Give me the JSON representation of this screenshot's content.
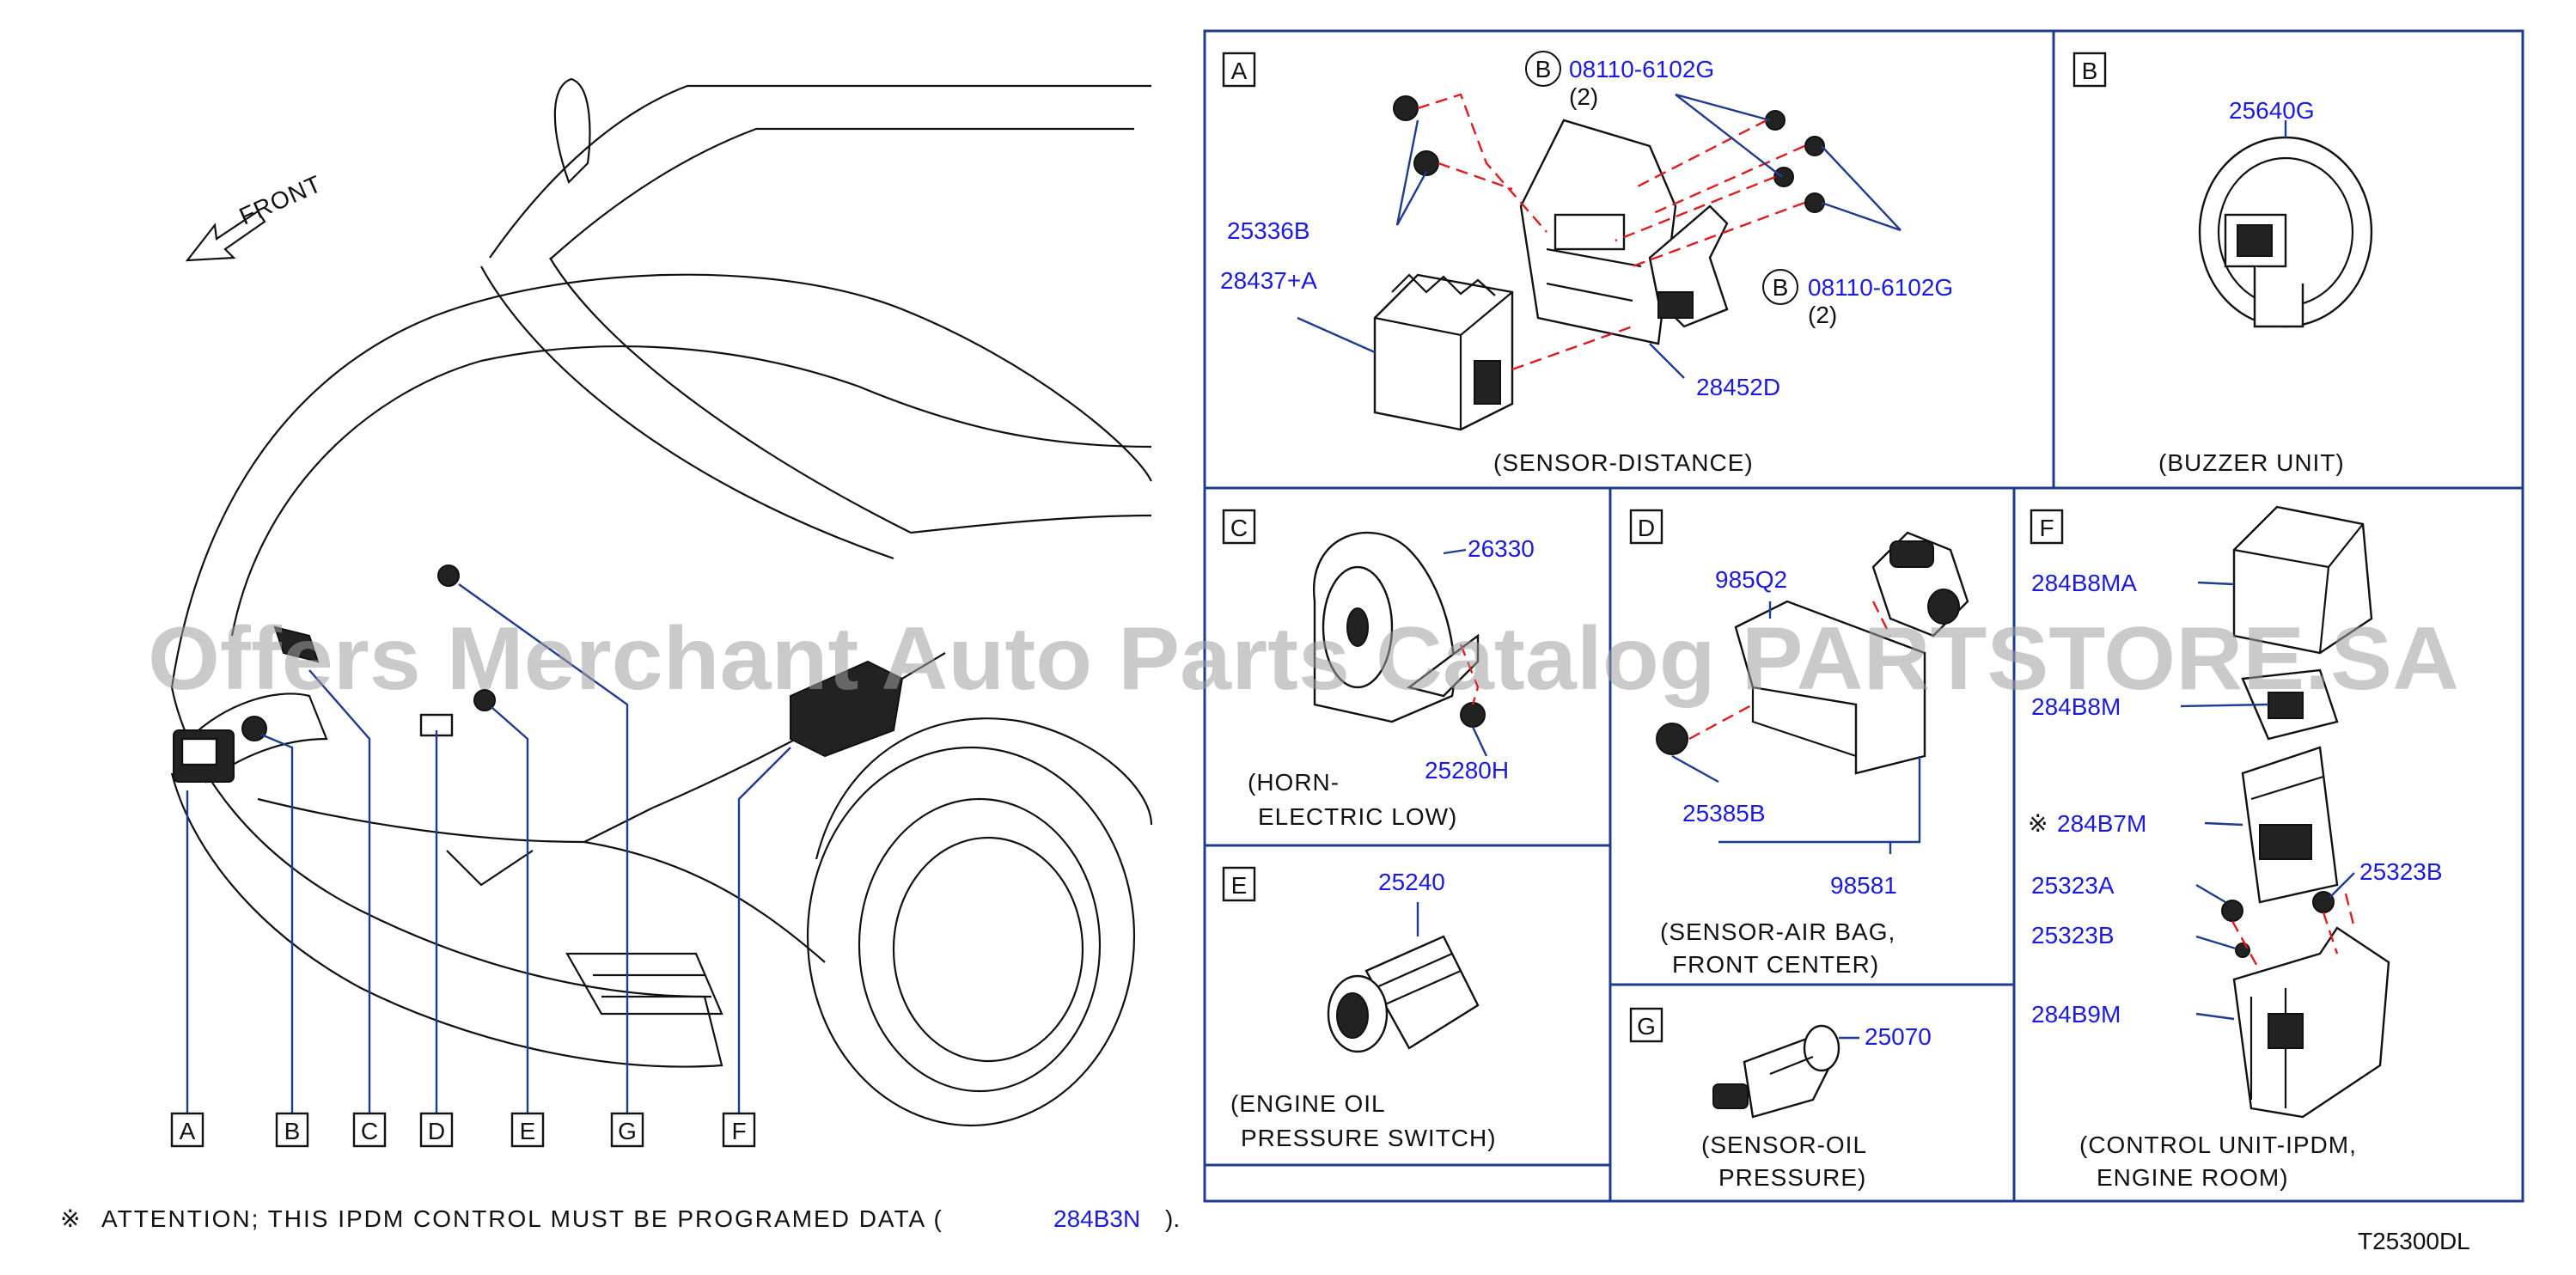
{
  "front_label": "FRONT",
  "attention": {
    "symbol": "※",
    "text": "ATTENTION;  THIS  IPDM  CONTROL  MUST  BE  PROGRAMED  DATA  (",
    "part": "284B3N",
    "close": ")."
  },
  "diagram_code": "T25300DL",
  "watermark": "Offers Merchant Auto Parts Catalog PARTSTORE.SA",
  "car_callouts": [
    "A",
    "B",
    "C",
    "D",
    "E",
    "G",
    "F"
  ],
  "panels": {
    "A": {
      "letter": "A",
      "caption": "(SENSOR-DISTANCE)",
      "parts": {
        "bolt_top": "08110-6102G",
        "bolt_top_qty": "(2)",
        "bolt_top_ref": "B",
        "bolt_right": "08110-6102G",
        "bolt_right_qty": "(2)",
        "bolt_right_ref": "B",
        "nut": "25336B",
        "sensor": "28437+A",
        "bracket": "28452D"
      }
    },
    "B": {
      "letter": "B",
      "caption": "(BUZZER   UNIT)",
      "parts": {
        "buzzer": "25640G"
      }
    },
    "C": {
      "letter": "C",
      "caption1": "(HORN-",
      "caption2": "ELECTRIC   LOW)",
      "parts": {
        "horn": "26330",
        "nut": "25280H"
      }
    },
    "D": {
      "letter": "D",
      "caption1": "(SENSOR-AIR  BAG,",
      "caption2": "FRONT   CENTER)",
      "parts": {
        "sensor": "985Q2",
        "nut": "25385B",
        "bracket": "98581"
      }
    },
    "E": {
      "letter": "E",
      "caption1": "(ENGINE   OIL",
      "caption2": "PRESSURE   SWITCH)",
      "parts": {
        "switch": "25240"
      }
    },
    "F": {
      "letter": "F",
      "caption1": "(CONTROL   UNIT-IPDM,",
      "caption2": "ENGINE   ROOM)",
      "parts": {
        "cover": "284B8MA",
        "upper": "284B8M",
        "attention_mark": "※",
        "ipdm": "284B7M",
        "bolt_a": "25323A",
        "bolt_b_right": "25323B",
        "bolt_b": "25323B",
        "bracket": "284B9M"
      }
    },
    "G": {
      "letter": "G",
      "caption1": "(SENSOR-OIL",
      "caption2": "PRESSURE)",
      "parts": {
        "sensor": "25070"
      }
    }
  },
  "colors": {
    "part_number": "#1b1be0",
    "leader": "#1f3b8f",
    "dashed": "#e01b1b",
    "frame": "#1f3b8f"
  }
}
